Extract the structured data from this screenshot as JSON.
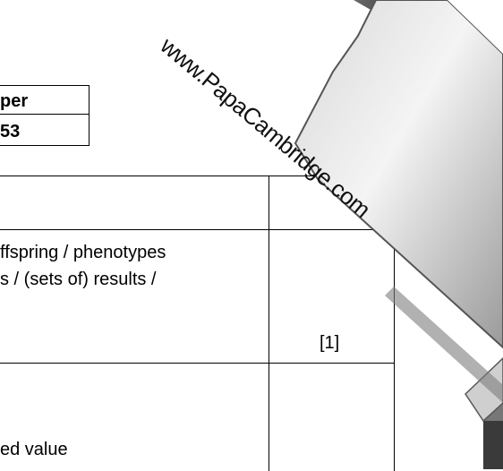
{
  "header_box": {
    "row1": "per",
    "row2": "53"
  },
  "rows": [
    {
      "lines": [
        "ffspring / phenotypes",
        "s / (sets of) results /"
      ],
      "mark": "[1]"
    },
    {
      "lines": [
        "ed value"
      ]
    }
  ],
  "watermark": {
    "text": "www.PapaCambridge.com"
  }
}
